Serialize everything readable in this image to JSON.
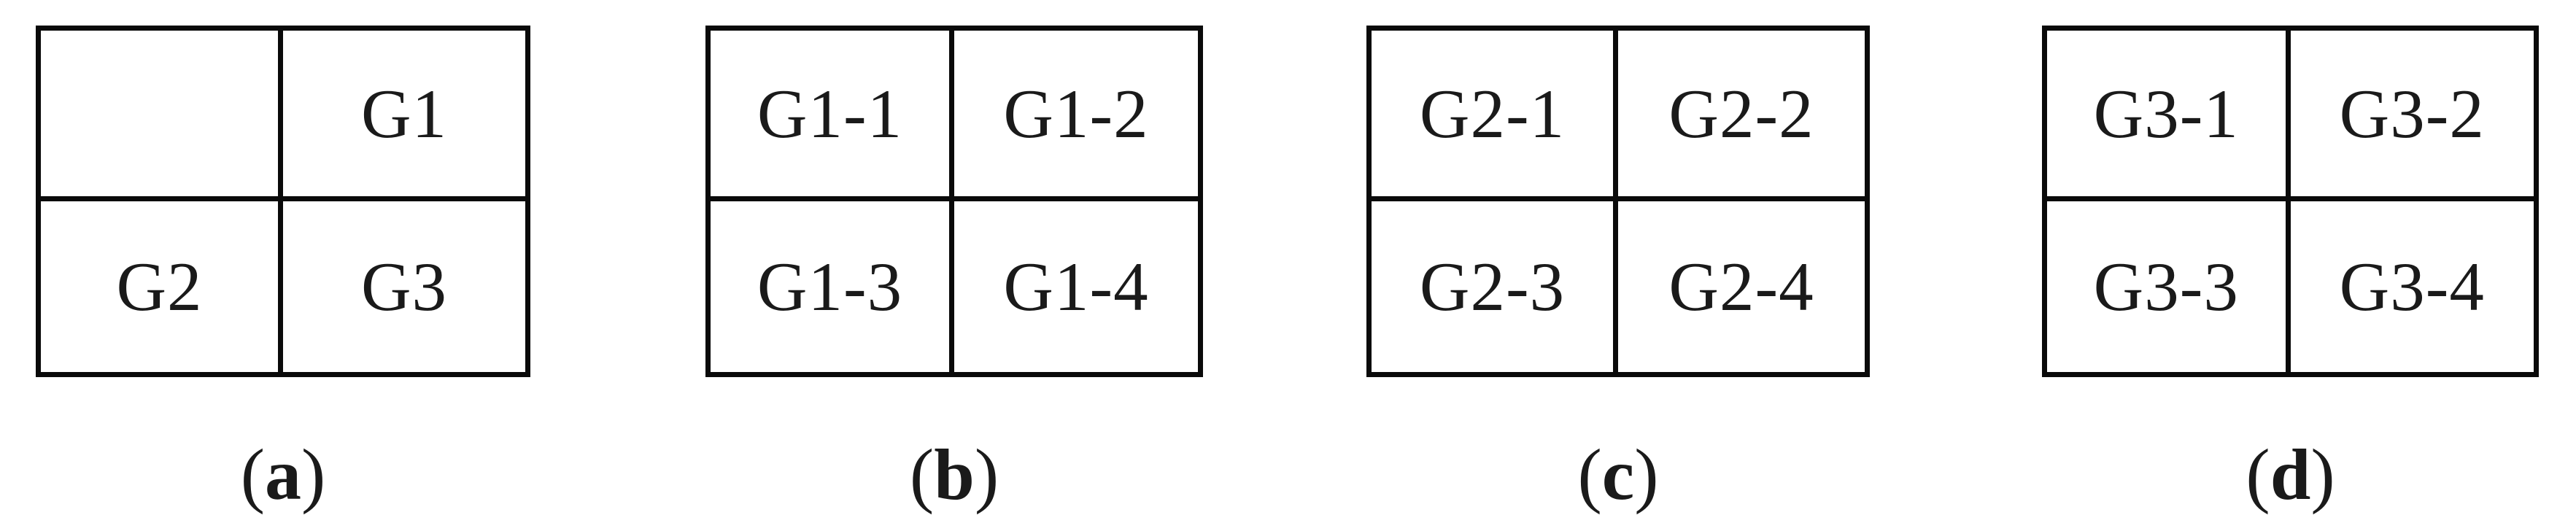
{
  "figure": {
    "colors": {
      "background": "#ffffff",
      "line": "#0a0a0a",
      "text": "#1a1a1a"
    },
    "panels": [
      {
        "id": "a",
        "caption": {
          "open": "(",
          "letter": "a",
          "close": ")"
        },
        "cells": [
          {
            "label": ""
          },
          {
            "label": "G1"
          },
          {
            "label": "G2"
          },
          {
            "label": "G3"
          }
        ]
      },
      {
        "id": "b",
        "caption": {
          "open": "(",
          "letter": "b",
          "close": ")"
        },
        "cells": [
          {
            "label": "G1-1"
          },
          {
            "label": "G1-2"
          },
          {
            "label": "G1-3"
          },
          {
            "label": "G1-4"
          }
        ]
      },
      {
        "id": "c",
        "caption": {
          "open": "(",
          "letter": "c",
          "close": ")"
        },
        "cells": [
          {
            "label": "G2-1"
          },
          {
            "label": "G2-2"
          },
          {
            "label": "G2-3"
          },
          {
            "label": "G2-4"
          }
        ]
      },
      {
        "id": "d",
        "caption": {
          "open": "(",
          "letter": "d",
          "close": ")"
        },
        "cells": [
          {
            "label": "G3-1"
          },
          {
            "label": "G3-2"
          },
          {
            "label": "G3-3"
          },
          {
            "label": "G3-4"
          }
        ]
      }
    ]
  }
}
